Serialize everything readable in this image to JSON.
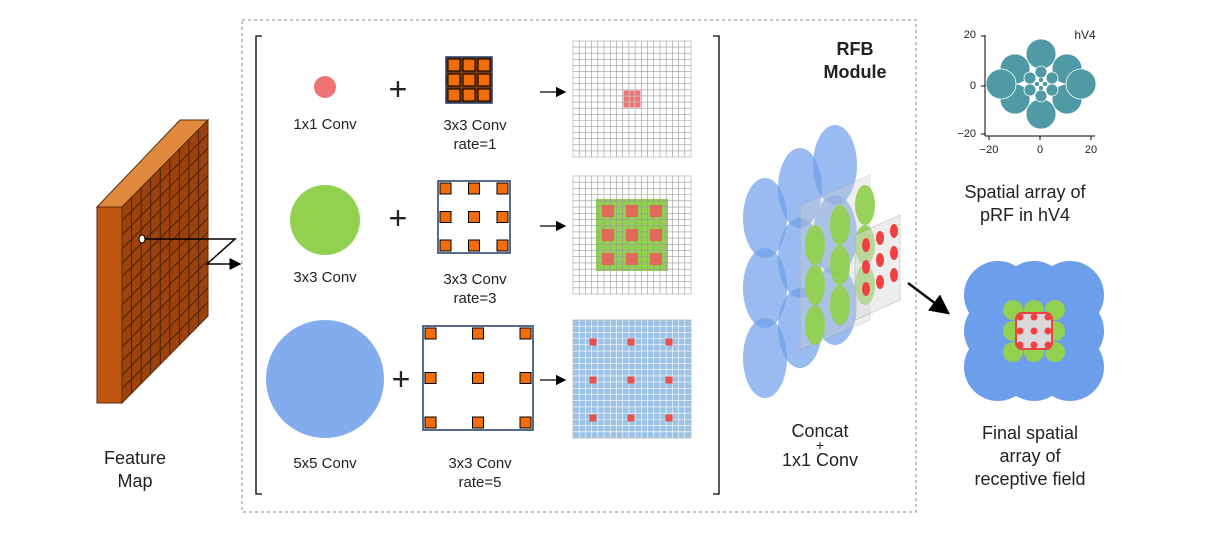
{
  "feature_map": {
    "label_line1": "Feature",
    "label_line2": "Map"
  },
  "branches": [
    {
      "conv_label": "1x1 Conv",
      "dilated_label": "3x3 Conv",
      "rate_label": "rate=1"
    },
    {
      "conv_label": "3x3 Conv",
      "dilated_label": "3x3 Conv",
      "rate_label": "rate=3"
    },
    {
      "conv_label": "5x5 Conv",
      "dilated_label": "3x3 Conv",
      "rate_label": "rate=5"
    }
  ],
  "plus_symbol": "+",
  "module": {
    "title_line1": "RFB",
    "title_line2": "Module"
  },
  "concat": {
    "line1": "Concat",
    "plus": "+",
    "line2": "1x1 Conv"
  },
  "prf_plot": {
    "region_label": "hV4",
    "x_ticks": [
      "−20",
      "0",
      "20"
    ],
    "y_ticks": [
      "20",
      "0",
      "−20"
    ],
    "caption_line1": "Spatial array of",
    "caption_line2": "pRF in hV4"
  },
  "final": {
    "caption_line1": "Final spatial",
    "caption_line2": "array of",
    "caption_line3": "receptive field"
  },
  "colors": {
    "red": "#f07272",
    "green": "#92d050",
    "blue": "#6d9eeb",
    "orange": "#f26d0a",
    "brick": "#c0550f",
    "teal": "#4f9aa5",
    "grid_blue": "#9dc3e6"
  }
}
